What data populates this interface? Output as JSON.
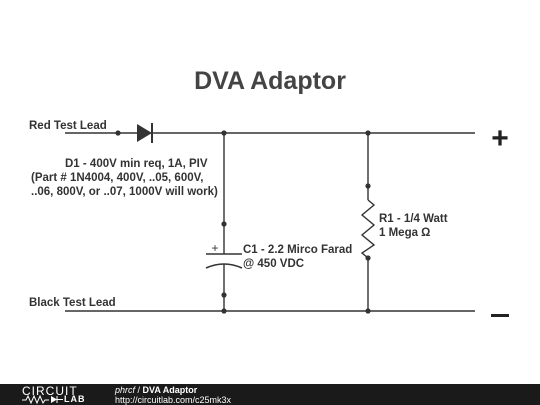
{
  "title": "DVA Adaptor",
  "labels": {
    "red_lead": "Red Test Lead",
    "black_lead": "Black Test Lead",
    "d1_line1": "D1 - 400V min req, 1A, PIV",
    "d1_line2": "(Part # 1N4004, 400V, ..05, 600V,",
    "d1_line3": "..06, 800V, or ..07, 1000V will work)",
    "c1_line1": "C1 - 2.2 Mirco Farad",
    "c1_line2": "@ 450 VDC",
    "r1_line1": "R1 - 1/4 Watt",
    "r1_line2": "1 Mega Ω",
    "cap_polarity": "+",
    "plus_terminal": "+"
  },
  "footer": {
    "logo_top": "CIRCUIT",
    "logo_bottom": "LAB",
    "author": "phrcf",
    "separator": " / ",
    "circuit_title": "DVA Adaptor",
    "url": "http://circuitlab.com/c25mk3x"
  }
}
